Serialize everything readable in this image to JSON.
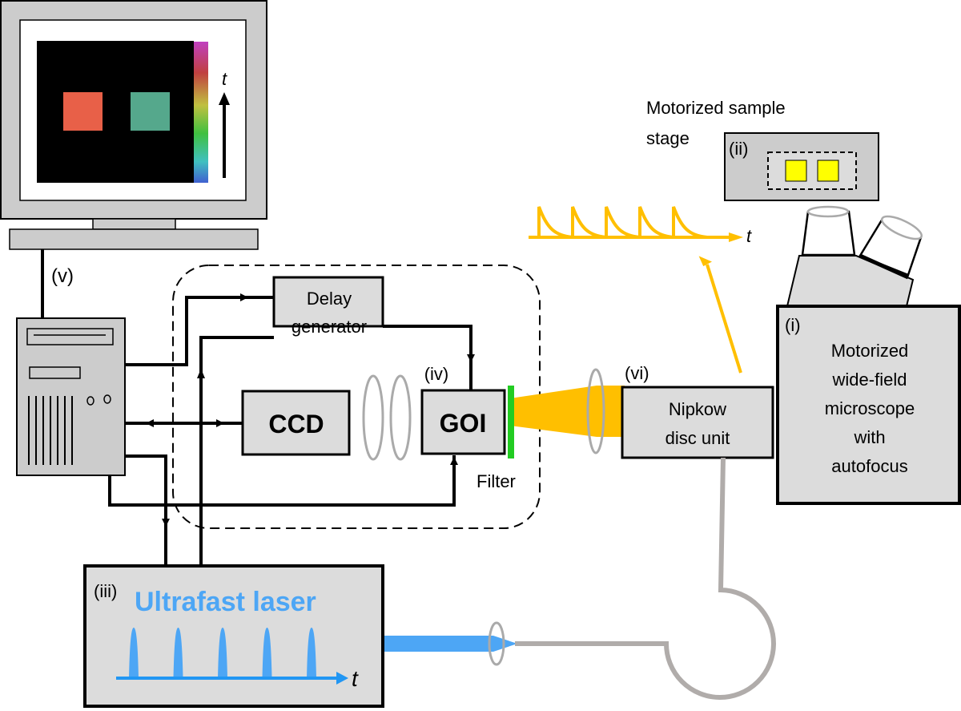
{
  "diagram": {
    "title": "Time-gated fluorescence lifetime imaging setup",
    "colors": {
      "box_fill": "#dcdcdc",
      "monitor_fill": "#cccccc",
      "laser_blue": "#4da6f5",
      "emission_orange": "#ffbf00",
      "filter_green": "#22cc22",
      "fiber_gray": "#b0acaa",
      "sample_yellow": "#ffff00",
      "pixel_red": "#e86048",
      "pixel_teal": "#55a88c"
    },
    "monitor": {
      "time_axis_label": "t"
    },
    "computer": {
      "label": "(v)"
    },
    "delay_generator": {
      "line1": "Delay",
      "line2": "generator"
    },
    "ccd": {
      "label": "CCD"
    },
    "goi": {
      "label": "GOI",
      "index": "(iv)"
    },
    "filter": {
      "label": "Filter"
    },
    "nipkow": {
      "index": "(vi)",
      "line1": "Nipkow",
      "line2": "disc unit"
    },
    "microscope": {
      "index": "(i)",
      "lines": [
        "Motorized",
        "wide-field",
        "microscope",
        "with",
        "autofocus"
      ]
    },
    "stage": {
      "index": "(ii)",
      "line1": "Motorized sample",
      "line2": "stage"
    },
    "laser": {
      "index": "(iii)",
      "label": "Ultrafast laser",
      "time_axis_label": "t",
      "pulse_count": 5
    },
    "decay_signal": {
      "time_axis_label": "t",
      "pulse_count": 5
    }
  }
}
